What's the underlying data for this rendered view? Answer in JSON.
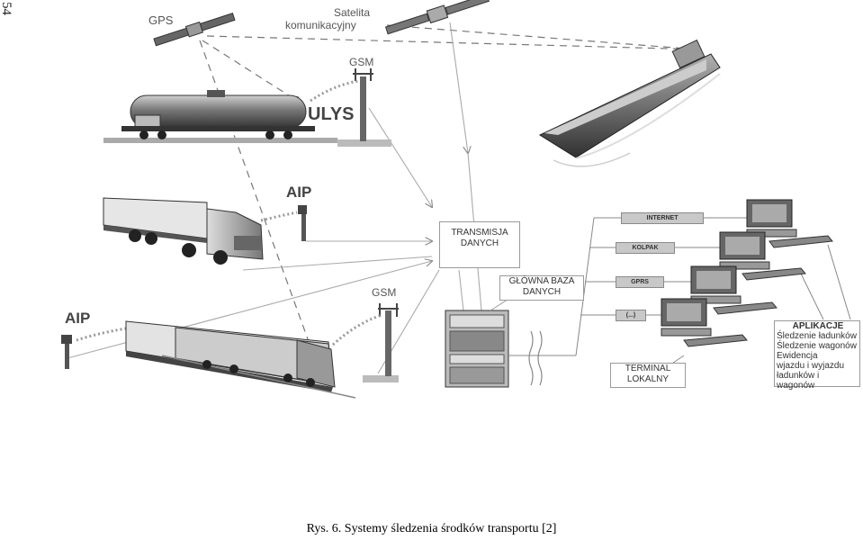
{
  "page_number": "54",
  "labels": {
    "gps": "GPS",
    "satellite_line1": "Satelita",
    "satellite_line2": "komunikacyjny",
    "gsm_top": "GSM",
    "ulys": "ULYS",
    "aip_truck": "AIP",
    "aip_train": "AIP",
    "gsm_bottom": "GSM"
  },
  "boxes": {
    "transmission_line1": "TRANSMISJA",
    "transmission_line2": "DANYCH",
    "database_line1": "GŁÓWNA BAZA",
    "database_line2": "DANYCH",
    "terminal_line1": "TERMINAL",
    "terminal_line2": "LOKALNY"
  },
  "channels": [
    "INTERNET",
    "KOLPAK",
    "GPRS",
    "(...)"
  ],
  "applications": {
    "title": "APLIKACJE",
    "items": [
      "Śledzenie ładunków",
      "Śledzenie wagonów",
      "Ewidencja",
      "wjazdu i wyjazdu",
      "ładunków i wagonów"
    ]
  },
  "caption": "Rys. 6. Systemy śledzenia środków transportu [2]"
}
